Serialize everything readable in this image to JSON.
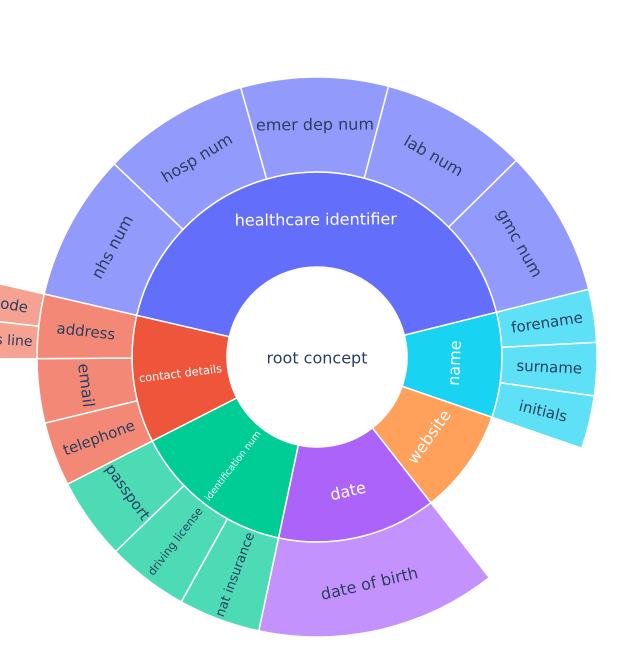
{
  "chart_data": {
    "type": "sunburst",
    "root": "root concept",
    "groups": [
      {
        "name": "healthcare identifier",
        "color": "#636efa",
        "children": [
          {
            "name": "nhs num",
            "value": 1
          },
          {
            "name": "hosp num",
            "value": 1
          },
          {
            "name": "emer dep num",
            "value": 1
          },
          {
            "name": "lab num",
            "value": 1
          },
          {
            "name": "gmc num",
            "value": 1
          }
        ]
      },
      {
        "name": "name",
        "color": "#19d3f3",
        "children": [
          {
            "name": "forename",
            "value": 1
          },
          {
            "name": "surname",
            "value": 1
          },
          {
            "name": "initials",
            "value": 1
          }
        ]
      },
      {
        "name": "website",
        "color": "#ffa15a",
        "children": []
      },
      {
        "name": "date",
        "color": "#ab63fa",
        "children": [
          {
            "name": "date of birth",
            "value": 1
          }
        ]
      },
      {
        "name": "identification num",
        "color": "#00cc96",
        "children": [
          {
            "name": "nat insurance",
            "value": 1
          },
          {
            "name": "driving license",
            "value": 1
          },
          {
            "name": "passport",
            "value": 1
          }
        ]
      },
      {
        "name": "contact details",
        "color": "#ef553b",
        "children": [
          {
            "name": "telephone",
            "value": 1
          },
          {
            "name": "email",
            "value": 1
          },
          {
            "name": "address",
            "value": 1,
            "children": [
              {
                "name": "address line",
                "value": 1
              },
              {
                "name": "postcode",
                "value": 1
              }
            ]
          }
        ]
      }
    ]
  }
}
